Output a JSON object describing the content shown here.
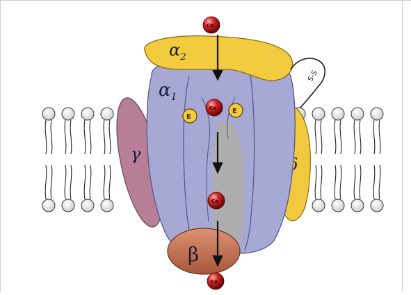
{
  "figure": {
    "subunits": {
      "alpha2": {
        "label": "α",
        "sub": "2"
      },
      "alpha1": {
        "label": "α",
        "sub": "1"
      },
      "gamma": {
        "label": "γ"
      },
      "delta": {
        "label": "δ"
      },
      "beta": {
        "label": "β"
      }
    },
    "residues": [
      "E",
      "E"
    ],
    "ion_label": "Ca",
    "disulfide_label": "S-S",
    "colors": {
      "alpha1": "#a7a9d4",
      "alpha2": "#f2cb3f",
      "gamma": "#b77f97",
      "delta": "#f1c93f",
      "beta": "#c97a59",
      "pore": "#aeaeb0",
      "ion": "#cc1d1d"
    }
  }
}
